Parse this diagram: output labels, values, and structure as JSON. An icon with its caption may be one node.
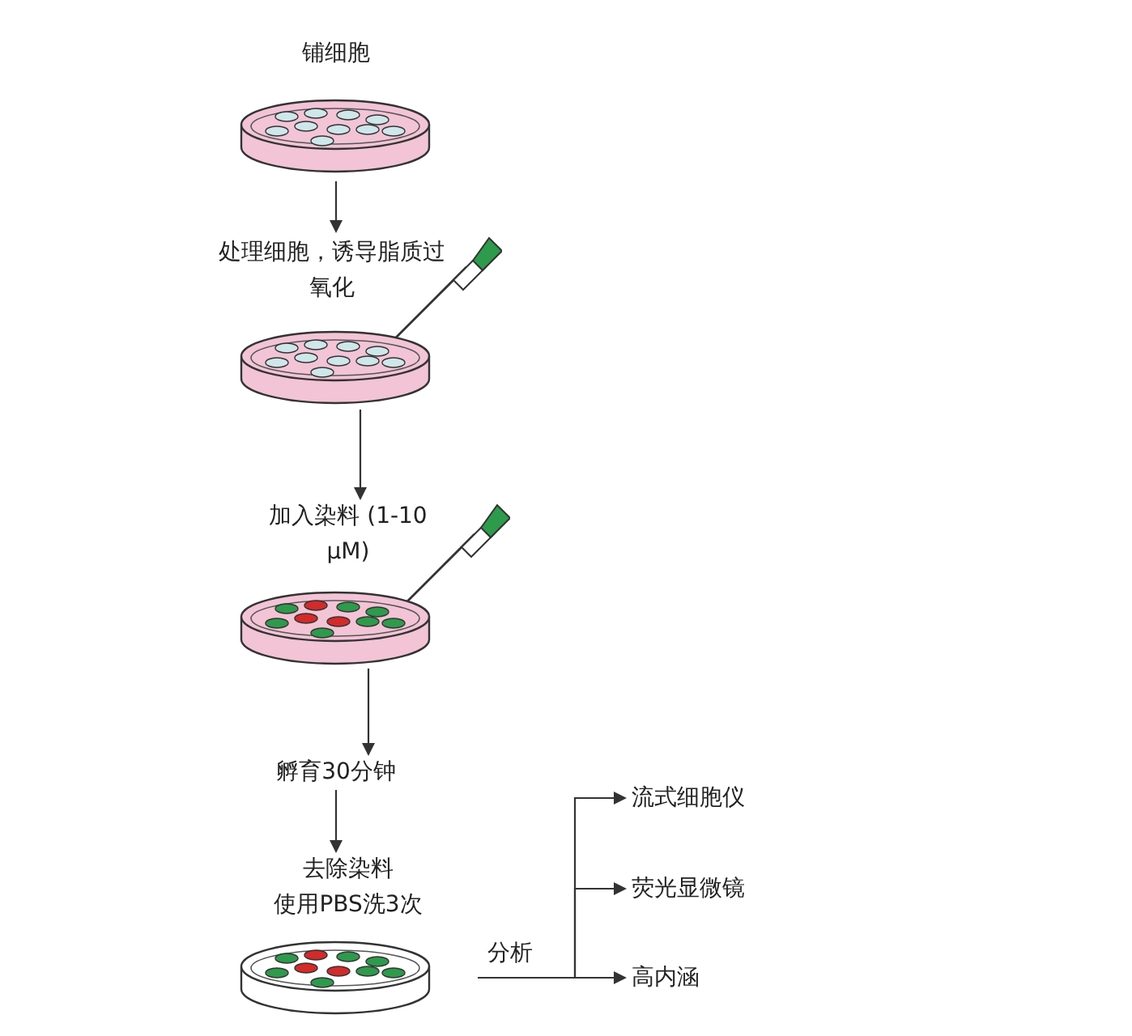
{
  "diagram": {
    "nodes": [
      {
        "text": [
          "铺细胞"
        ]
      },
      {
        "text": [
          "处理细胞，诱导脂质过氧化"
        ]
      },
      {
        "text": [
          "加入染料 (1-10 μM)"
        ]
      },
      {
        "text": [
          "孵育30分钟"
        ]
      },
      {
        "text": [
          "去除染料",
          "使用PBS洗3次"
        ]
      },
      {
        "text": [
          "流式细胞仪"
        ]
      },
      {
        "text": [
          "荧光显微镜"
        ]
      },
      {
        "text": [
          "高内涵"
        ]
      }
    ],
    "edges": [
      {
        "from": 0,
        "to": 1,
        "arrow": "to"
      },
      {
        "from": 1,
        "to": 2,
        "arrow": "to"
      },
      {
        "from": 2,
        "to": 3,
        "arrow": "to"
      },
      {
        "from": 3,
        "to": 4,
        "arrow": "to"
      },
      {
        "from": 4,
        "to": 5,
        "arrow": "to",
        "label": "分析"
      },
      {
        "from": 4,
        "to": 6,
        "arrow": "to"
      },
      {
        "from": 4,
        "to": 7,
        "arrow": "to"
      }
    ]
  }
}
